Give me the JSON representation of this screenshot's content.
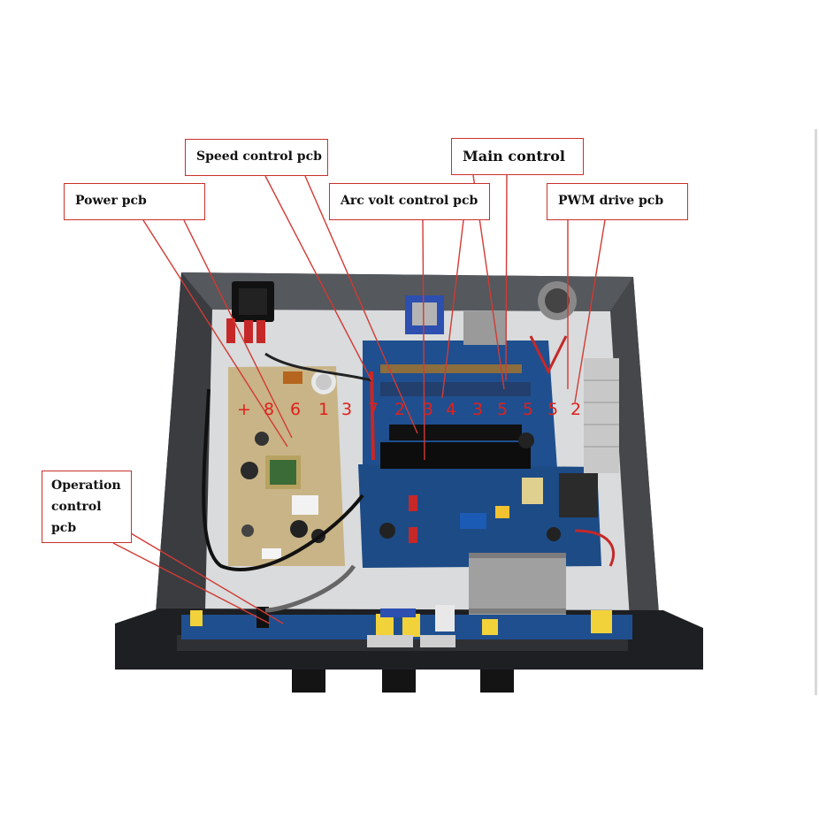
{
  "callouts": {
    "power": "Power pcb",
    "speed": "Speed control pcb",
    "arc": "Arc volt control pcb",
    "main": "Main control",
    "pwm": "PWM drive pcb",
    "operation": [
      "Operation",
      "control",
      "pcb"
    ]
  },
  "wire_marks": {
    "left": [
      "+",
      "8",
      "6",
      "1",
      "3"
    ],
    "right": [
      "7",
      "2",
      "3",
      "4",
      "3",
      "5",
      "5",
      "5",
      "2"
    ]
  },
  "colors": {
    "callout_border": "#c9302c",
    "wire_mark": "#e0201c",
    "chassis": "#1e1f22",
    "panel_floor": "#d9dbdc",
    "pcb_blue": "#1f4f8f",
    "power_pcb": "#c8b486"
  }
}
